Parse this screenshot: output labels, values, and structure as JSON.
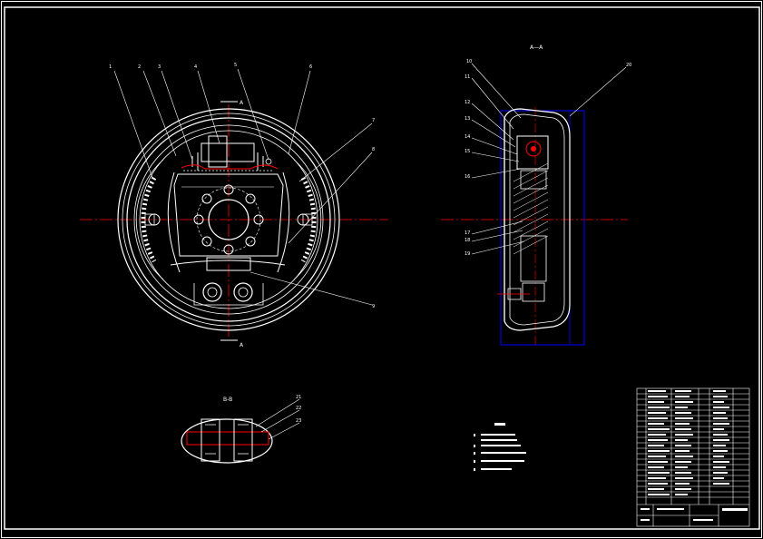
{
  "drawing": {
    "section_view_label": "A—A",
    "section_marks": {
      "top": "A",
      "bottom": "A"
    },
    "detail_view_label": "B-B"
  },
  "callouts_front": [
    "1",
    "2",
    "3",
    "4",
    "5",
    "6",
    "7",
    "8",
    "9"
  ],
  "callouts_section": [
    "10",
    "11",
    "12",
    "13",
    "14",
    "15",
    "16",
    "17",
    "18",
    "19",
    "20"
  ],
  "callouts_detail": [
    "21",
    "22",
    "23"
  ],
  "colors": {
    "background": "#000000",
    "outline": "#ffffff",
    "centerline": "#ff0000",
    "envelope": "#0000ff",
    "accent": "#ff0000"
  }
}
